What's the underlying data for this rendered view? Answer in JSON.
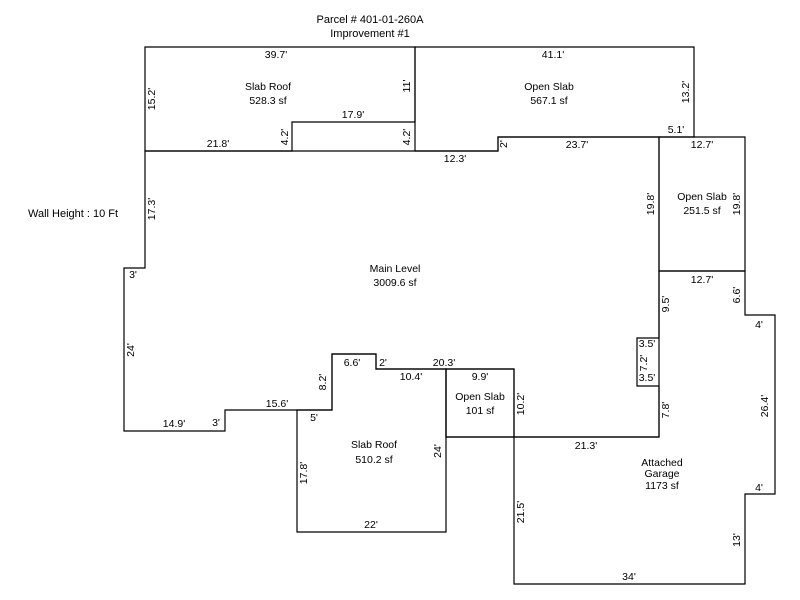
{
  "header": {
    "parcel": "Parcel # 401-01-260A",
    "improvement": "Improvement #1"
  },
  "wall_height": "Wall Height : 10 Ft",
  "areas": {
    "slab_roof_top": {
      "name": "Slab Roof",
      "area": "528.3 sf"
    },
    "open_slab_top": {
      "name": "Open Slab",
      "area": "567.1 sf"
    },
    "open_slab_right": {
      "name": "Open Slab",
      "area": "251.5 sf"
    },
    "main_level": {
      "name": "Main Level",
      "area": "3009.6 sf"
    },
    "open_slab_small": {
      "name": "Open Slab",
      "area": "101 sf"
    },
    "slab_roof_bottom": {
      "name": "Slab Roof",
      "area": "510.2 sf"
    },
    "garage": {
      "name_line1": "Attached",
      "name_line2": "Garage",
      "area": "1173 sf"
    }
  },
  "dimensions": {
    "d_39_7": "39.7'",
    "d_41_1": "41.1'",
    "d_15_2": "15.2'",
    "d_11": "11'",
    "d_13_2": "13.2'",
    "d_17_9": "17.9'",
    "d_4_2a": "4.2'",
    "d_4_2b": "4.2'",
    "d_21_8": "21.8'",
    "d_12_3": "12.3'",
    "d_2a": "2'",
    "d_23_7": "23.7'",
    "d_5_1": "5.1'",
    "d_12_7a": "12.7'",
    "d_19_8a": "19.8'",
    "d_19_8b": "19.8'",
    "d_12_7b": "12.7'",
    "d_6_6a": "6.6'",
    "d_9_5": "9.5'",
    "d_4a": "4'",
    "d_17_3": "17.3'",
    "d_3a": "3'",
    "d_24a": "24'",
    "d_3_5a": "3.5'",
    "d_7_2": "7.2'",
    "d_3_5b": "3.5'",
    "d_6_6b": "6.6'",
    "d_2b": "2'",
    "d_20_3": "20.3'",
    "d_10_4": "10.4'",
    "d_9_9": "9.9'",
    "d_8_2": "8.2'",
    "d_15_6": "15.6'",
    "d_5": "5'",
    "d_14_9": "14.9'",
    "d_3b": "3'",
    "d_10_2": "10.2'",
    "d_7_8": "7.8'",
    "d_26_4": "26.4'",
    "d_21_3": "21.3'",
    "d_17_8": "17.8'",
    "d_24b": "24'",
    "d_4b": "4'",
    "d_21_5": "21.5'",
    "d_22": "22'",
    "d_13": "13'",
    "d_34": "34'"
  }
}
